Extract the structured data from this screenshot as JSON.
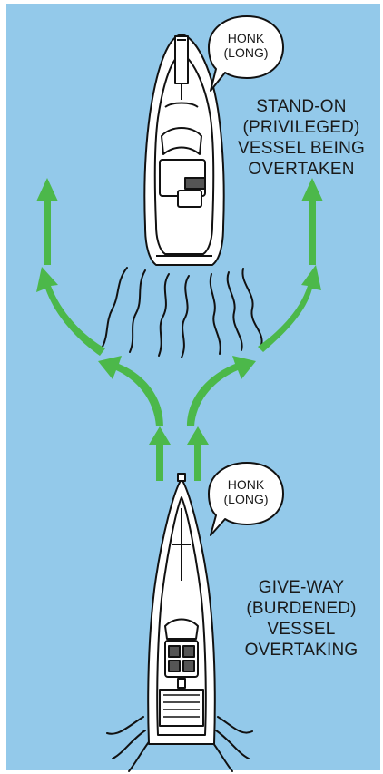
{
  "top_vessel": {
    "sound_signal": [
      "HONK",
      "(LONG)"
    ],
    "label": [
      "STAND-ON",
      "(PRIVILEGED)",
      "VESSEL BEING",
      "OVERTAKEN"
    ]
  },
  "bottom_vessel": {
    "sound_signal": [
      "HONK",
      "(LONG)"
    ],
    "label": [
      "GIVE-WAY",
      "(BURDENED)",
      "VESSEL",
      "OVERTAKING"
    ]
  },
  "colors": {
    "water": "#93c9ea",
    "arrow": "#4cb84a",
    "boat_fill": "#ffffff",
    "outline": "#111111"
  },
  "icons": [
    "boat-top-icon",
    "boat-bottom-icon",
    "arrow-icon",
    "wake-icon",
    "speech-bubble-icon"
  ]
}
